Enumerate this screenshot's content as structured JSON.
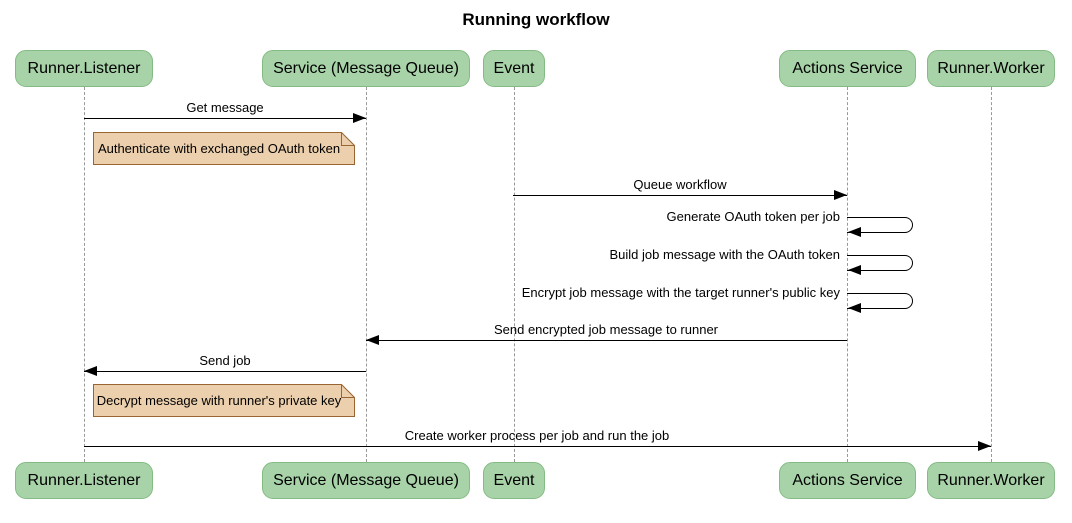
{
  "title": "Running workflow",
  "participants": [
    {
      "label": "Runner.Listener"
    },
    {
      "label": "Service (Message Queue)"
    },
    {
      "label": "Event"
    },
    {
      "label": "Actions Service"
    },
    {
      "label": "Runner.Worker"
    }
  ],
  "messages": {
    "get_message": {
      "label": "Get message",
      "from": "Runner.Listener",
      "to": "Service (Message Queue)"
    },
    "queue_workflow": {
      "label": "Queue workflow",
      "from": "Event",
      "to": "Actions Service"
    },
    "generate_token": {
      "label": "Generate OAuth token per job",
      "from": "Actions Service",
      "to": "Actions Service"
    },
    "build_job_message": {
      "label": "Build job message with the OAuth token",
      "from": "Actions Service",
      "to": "Actions Service"
    },
    "encrypt_job_message": {
      "label": "Encrypt job message with the target runner's public key",
      "from": "Actions Service",
      "to": "Actions Service"
    },
    "send_encrypted": {
      "label": "Send encrypted job message to runner",
      "from": "Actions Service",
      "to": "Service (Message Queue)"
    },
    "send_job": {
      "label": "Send job",
      "from": "Service (Message Queue)",
      "to": "Runner.Listener"
    },
    "create_worker": {
      "label": "Create worker process per job and run the job",
      "from": "Runner.Listener",
      "to": "Runner.Worker"
    }
  },
  "notes": {
    "authenticate": {
      "label": "Authenticate with exchanged OAuth token"
    },
    "decrypt": {
      "label": "Decrypt message with runner's private key"
    }
  },
  "colors": {
    "actor_fill": "#a8d3a8",
    "actor_border": "#84bb84",
    "note_fill": "#eccfac",
    "note_border": "#996633",
    "lifeline": "#999999",
    "line": "#000000",
    "text": "#000000",
    "background": "#ffffff"
  }
}
